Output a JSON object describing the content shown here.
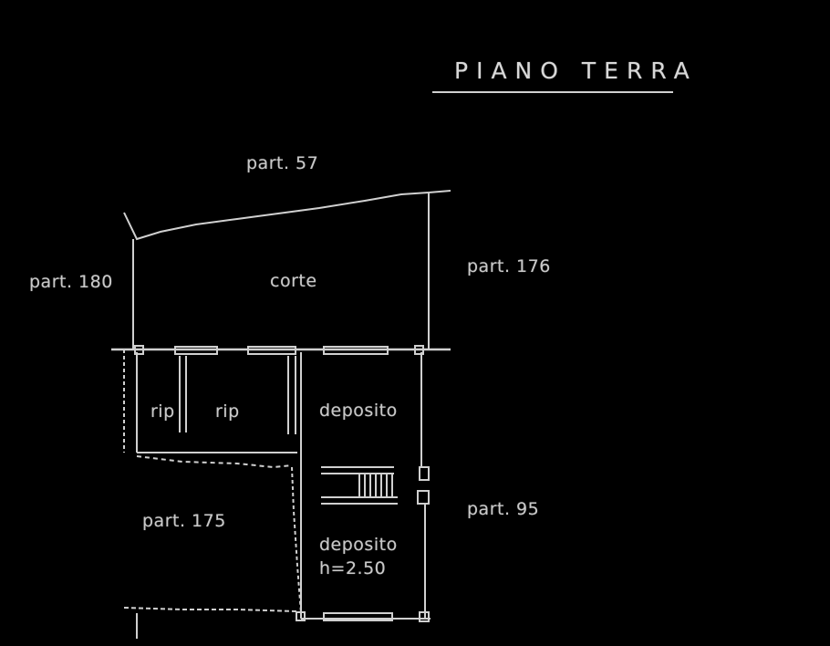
{
  "title": "PIANO TERRA",
  "labels": {
    "part_57": "part. 57",
    "part_180": "part. 180",
    "part_176": "part. 176",
    "corte": "corte",
    "rip_1": "rip",
    "rip_2": "rip",
    "deposito_1": "deposito",
    "part_175": "part. 175",
    "part_95": "part. 95",
    "deposito_2": "deposito",
    "height": "h=2.50"
  },
  "colors": {
    "background": "#000000",
    "lines": "#d0d0d0",
    "text": "#c9c9c9"
  }
}
